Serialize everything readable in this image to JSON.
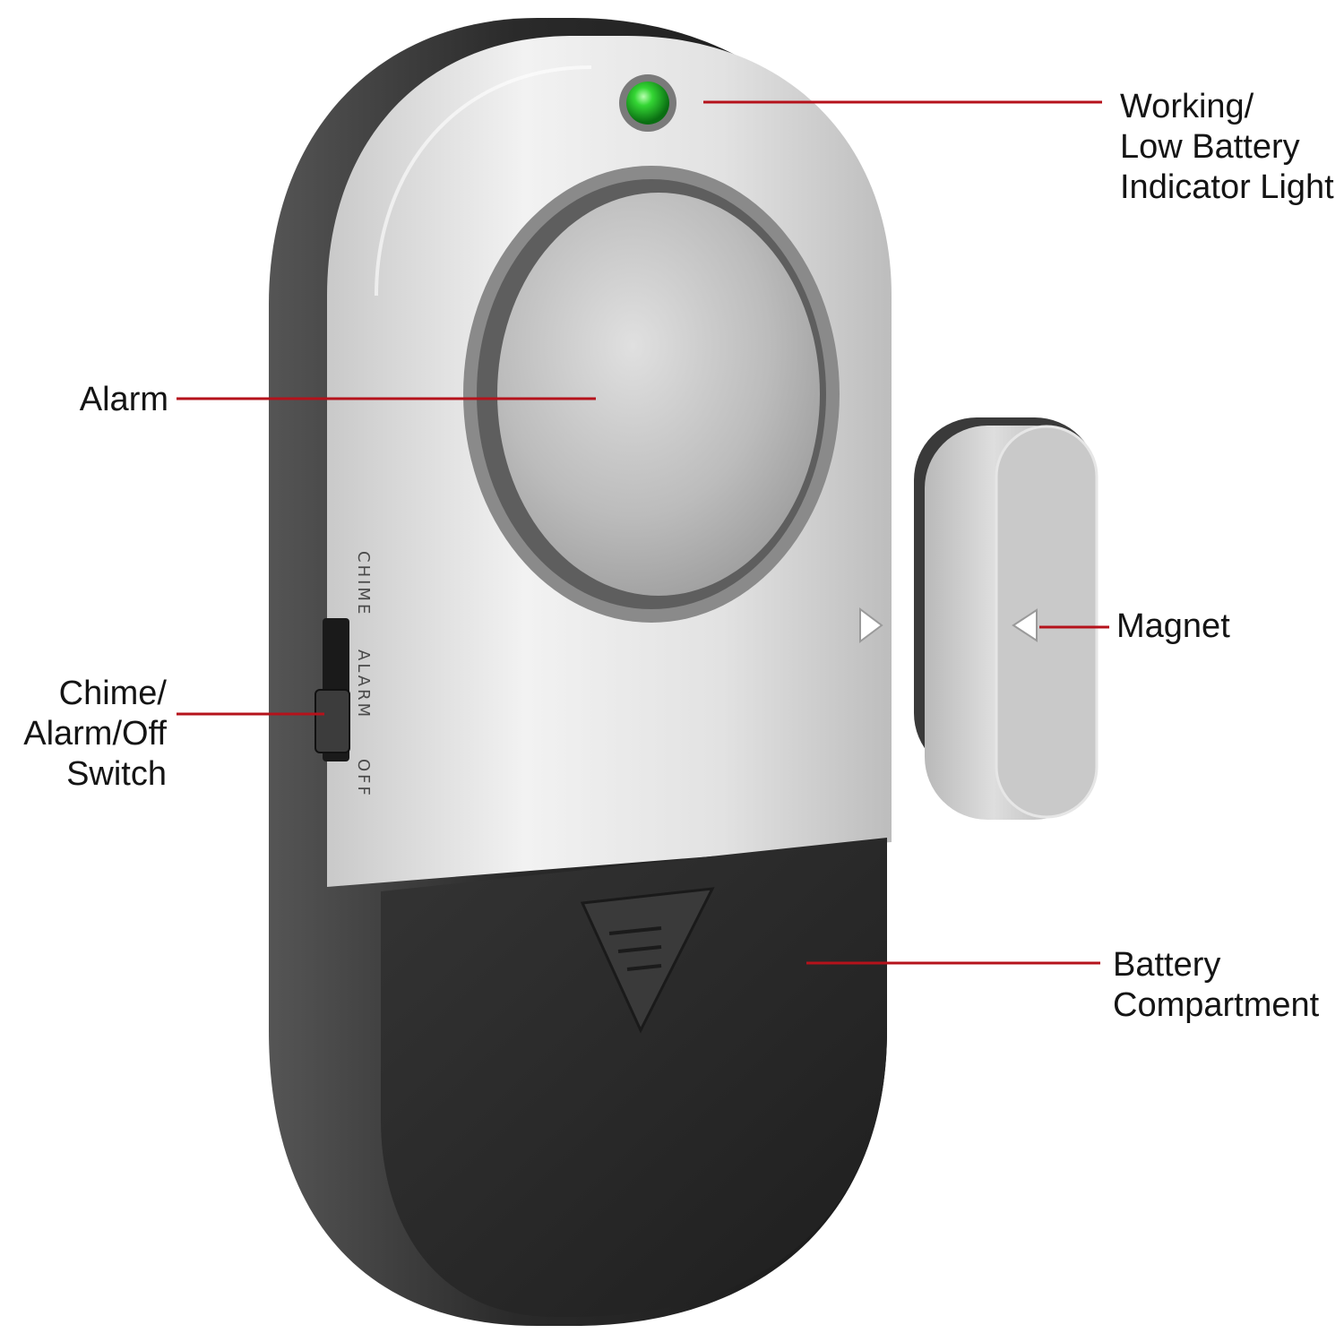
{
  "callouts": {
    "indicator": {
      "lines": [
        "Working/",
        "Low Battery",
        "Indicator Light"
      ],
      "icon": "green-led"
    },
    "alarm": {
      "lines": [
        "Alarm"
      ],
      "icon": "siren-speaker"
    },
    "switch": {
      "lines": [
        "Chime/",
        "Alarm/Off",
        "Switch"
      ],
      "icon": "slide-switch"
    },
    "magnet": {
      "lines": [
        "Magnet"
      ],
      "icon": "magnet-bar"
    },
    "battery": {
      "lines": [
        "Battery",
        "Compartment"
      ],
      "icon": "battery-cover"
    }
  },
  "device": {
    "switch_positions": [
      "CHIME",
      "ALARM",
      "OFF"
    ]
  },
  "colors": {
    "leader_line": "#b5121b",
    "led": "#2fd12f",
    "body_silver": "#d4d4d4",
    "body_dark": "#2a2a2a",
    "battery_cover": "#2b2b2b"
  }
}
